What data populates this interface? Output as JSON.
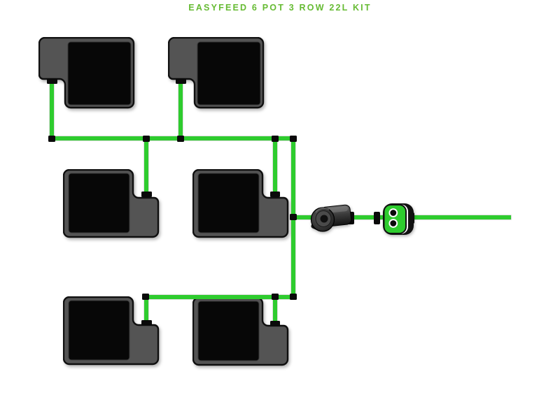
{
  "header": {
    "title": "EASYFEED 6 POT 3 ROW 22L KIT"
  },
  "colors": {
    "background": "#ffffff",
    "title_green": "#66bb33",
    "tube_green": "#2ecc2e",
    "doser_green": "#2ecc2e",
    "pot_gray": "#545454",
    "pot_outline": "#0f0f0f",
    "pot_opening": "#070707",
    "connector_black": "#0a0a0a"
  },
  "diagram": {
    "kit_name": "EasyFeed 6 Pot 3 Row 22L Kit",
    "pot_count": 6,
    "row_count": 3,
    "pot_size": "22L",
    "pots": [
      {
        "id": "pot-1",
        "row": 1,
        "position": "top-left"
      },
      {
        "id": "pot-2",
        "row": 1,
        "position": "top-right"
      },
      {
        "id": "pot-3",
        "row": 2,
        "position": "middle-left"
      },
      {
        "id": "pot-4",
        "row": 2,
        "position": "middle-right"
      },
      {
        "id": "pot-5",
        "row": 3,
        "position": "bottom-left"
      },
      {
        "id": "pot-6",
        "row": 3,
        "position": "bottom-right"
      }
    ],
    "components": [
      {
        "name": "inline-pump",
        "type": "pump"
      },
      {
        "name": "easyfeed-doser",
        "type": "dripper-manifold"
      }
    ]
  }
}
